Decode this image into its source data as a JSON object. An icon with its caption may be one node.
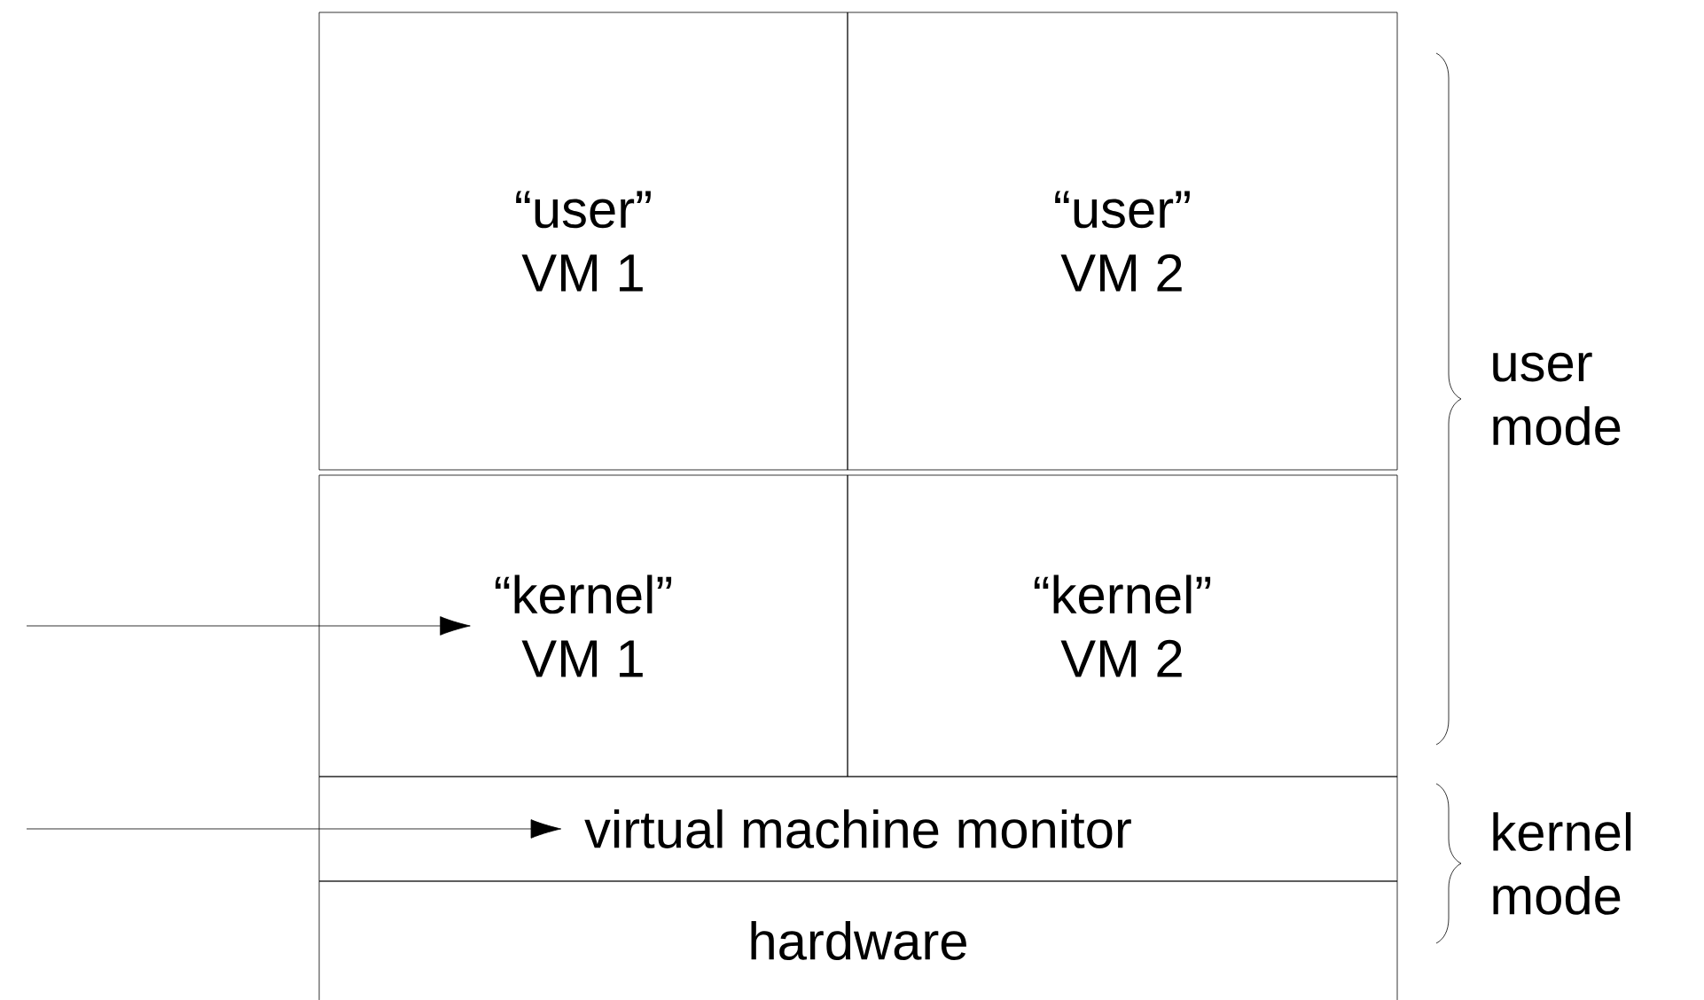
{
  "diagram": {
    "nodes": [
      {
        "text": [
          "“user”",
          "VM 1"
        ]
      },
      {
        "text": [
          "“user”",
          "VM 2"
        ]
      },
      {
        "text": [
          "“kernel”",
          "VM 1"
        ]
      },
      {
        "text": [
          "“kernel”",
          "VM 2"
        ]
      },
      {
        "text": [
          "virtual machine monitor"
        ]
      },
      {
        "text": [
          "hardware"
        ]
      }
    ],
    "edges": [
      {
        "from": null,
        "to": 2,
        "arrow": "to"
      },
      {
        "from": null,
        "to": 4,
        "arrow": "to"
      }
    ],
    "labels": [
      "user mode",
      "kernel mode"
    ]
  }
}
